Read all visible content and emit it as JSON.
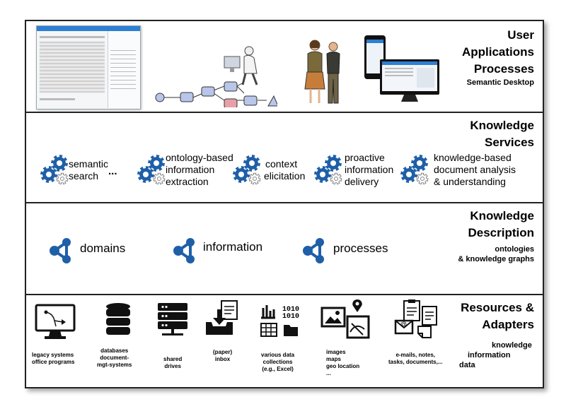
{
  "layers": {
    "user": {
      "title_lines": [
        "User",
        "Applications",
        "Processes"
      ],
      "subtitle": "Semantic Desktop"
    },
    "services": {
      "title_lines": [
        "Knowledge",
        "Services"
      ],
      "items": [
        {
          "lines": [
            "semantic",
            "search"
          ]
        },
        {
          "lines": [
            "ontology-based",
            "information",
            "extraction"
          ]
        },
        {
          "lines": [
            "context",
            "elicitation"
          ]
        },
        {
          "lines": [
            "proactive",
            "information",
            "delivery"
          ]
        },
        {
          "lines": [
            "knowledge-based",
            "document analysis",
            "& understanding"
          ]
        }
      ],
      "ellipsis": "..."
    },
    "description": {
      "title_lines": [
        "Knowledge",
        "Description"
      ],
      "subtitle_lines": [
        "ontologies",
        "& knowledge graphs"
      ],
      "items": [
        "domains",
        "information",
        "processes"
      ]
    },
    "resources": {
      "title_lines": [
        "Resources &",
        "Adapters"
      ],
      "subtitle_lines": [
        "knowledge",
        "information",
        "data"
      ],
      "items": [
        {
          "lines": [
            "legacy systems",
            "office programs"
          ]
        },
        {
          "lines": [
            "databases",
            "document-",
            "mgt-systems"
          ]
        },
        {
          "lines": [
            "shared",
            "drives"
          ]
        },
        {
          "lines": [
            "(paper)",
            "inbox"
          ]
        },
        {
          "lines": [
            "various data",
            "collections",
            "(e.g., Excel)"
          ]
        },
        {
          "lines": [
            "images",
            "maps",
            "geo location",
            "..."
          ]
        },
        {
          "lines": [
            "e-mails, notes,",
            "tasks, documents,..."
          ]
        }
      ]
    }
  },
  "colors": {
    "gear_blue": "#1f5fa8",
    "node_blue": "#1f5fa8",
    "process_fill": "#b9c6ea",
    "process_highlight": "#e8a0a8",
    "border": "#222222"
  }
}
